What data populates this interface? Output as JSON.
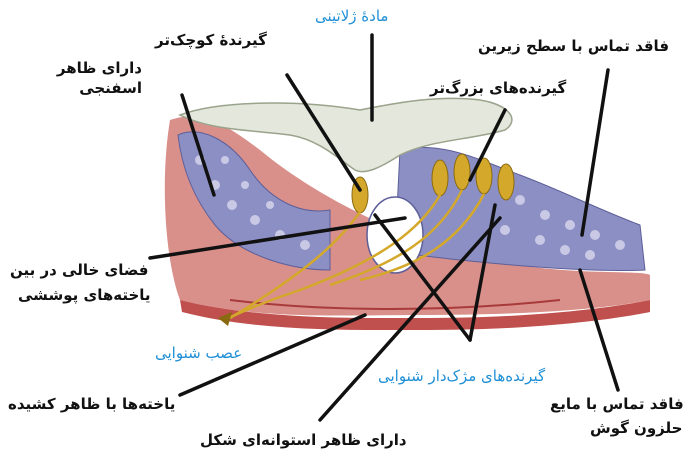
{
  "labels": {
    "gelatinous": "مادهٔ ژلاتینی",
    "small_receptor": "گیرندهٔ کوچک‌تر",
    "spongy": "دارای ظاهر اسفنجی",
    "bottom_contact": "فاقد تماس با سطح زیرین",
    "large_receptors": "گیرنده‌های بزرگ‌تر",
    "empty_space_l1": "فضای خالی در بین",
    "empty_space_l2": "یاخته‌های پوششی",
    "auditory_nerve": "عصب شنوایی",
    "hair_receptors": "گیرنده‌های مژک‌دار شنوایی",
    "stretched_cells": "یاخته‌ها با ظاهر کشیده",
    "cochlear_fluid_l1": "فاقد تماس با مایع",
    "cochlear_fluid_l2": "حلزون گوش",
    "columnar": "دارای ظاهر استوانه‌ای شکل"
  },
  "colors": {
    "label_text": "#111111",
    "label_blue": "#1f8fd6",
    "tissue_pink": "#d98f8a",
    "membrane_red": "#c0504d",
    "cells_purple": "#8c8fc4",
    "cells_light": "#c9c9e6",
    "gelatin": "#e4e8dc",
    "nerve_gold": "#d4a82a",
    "leader": "#111111"
  }
}
